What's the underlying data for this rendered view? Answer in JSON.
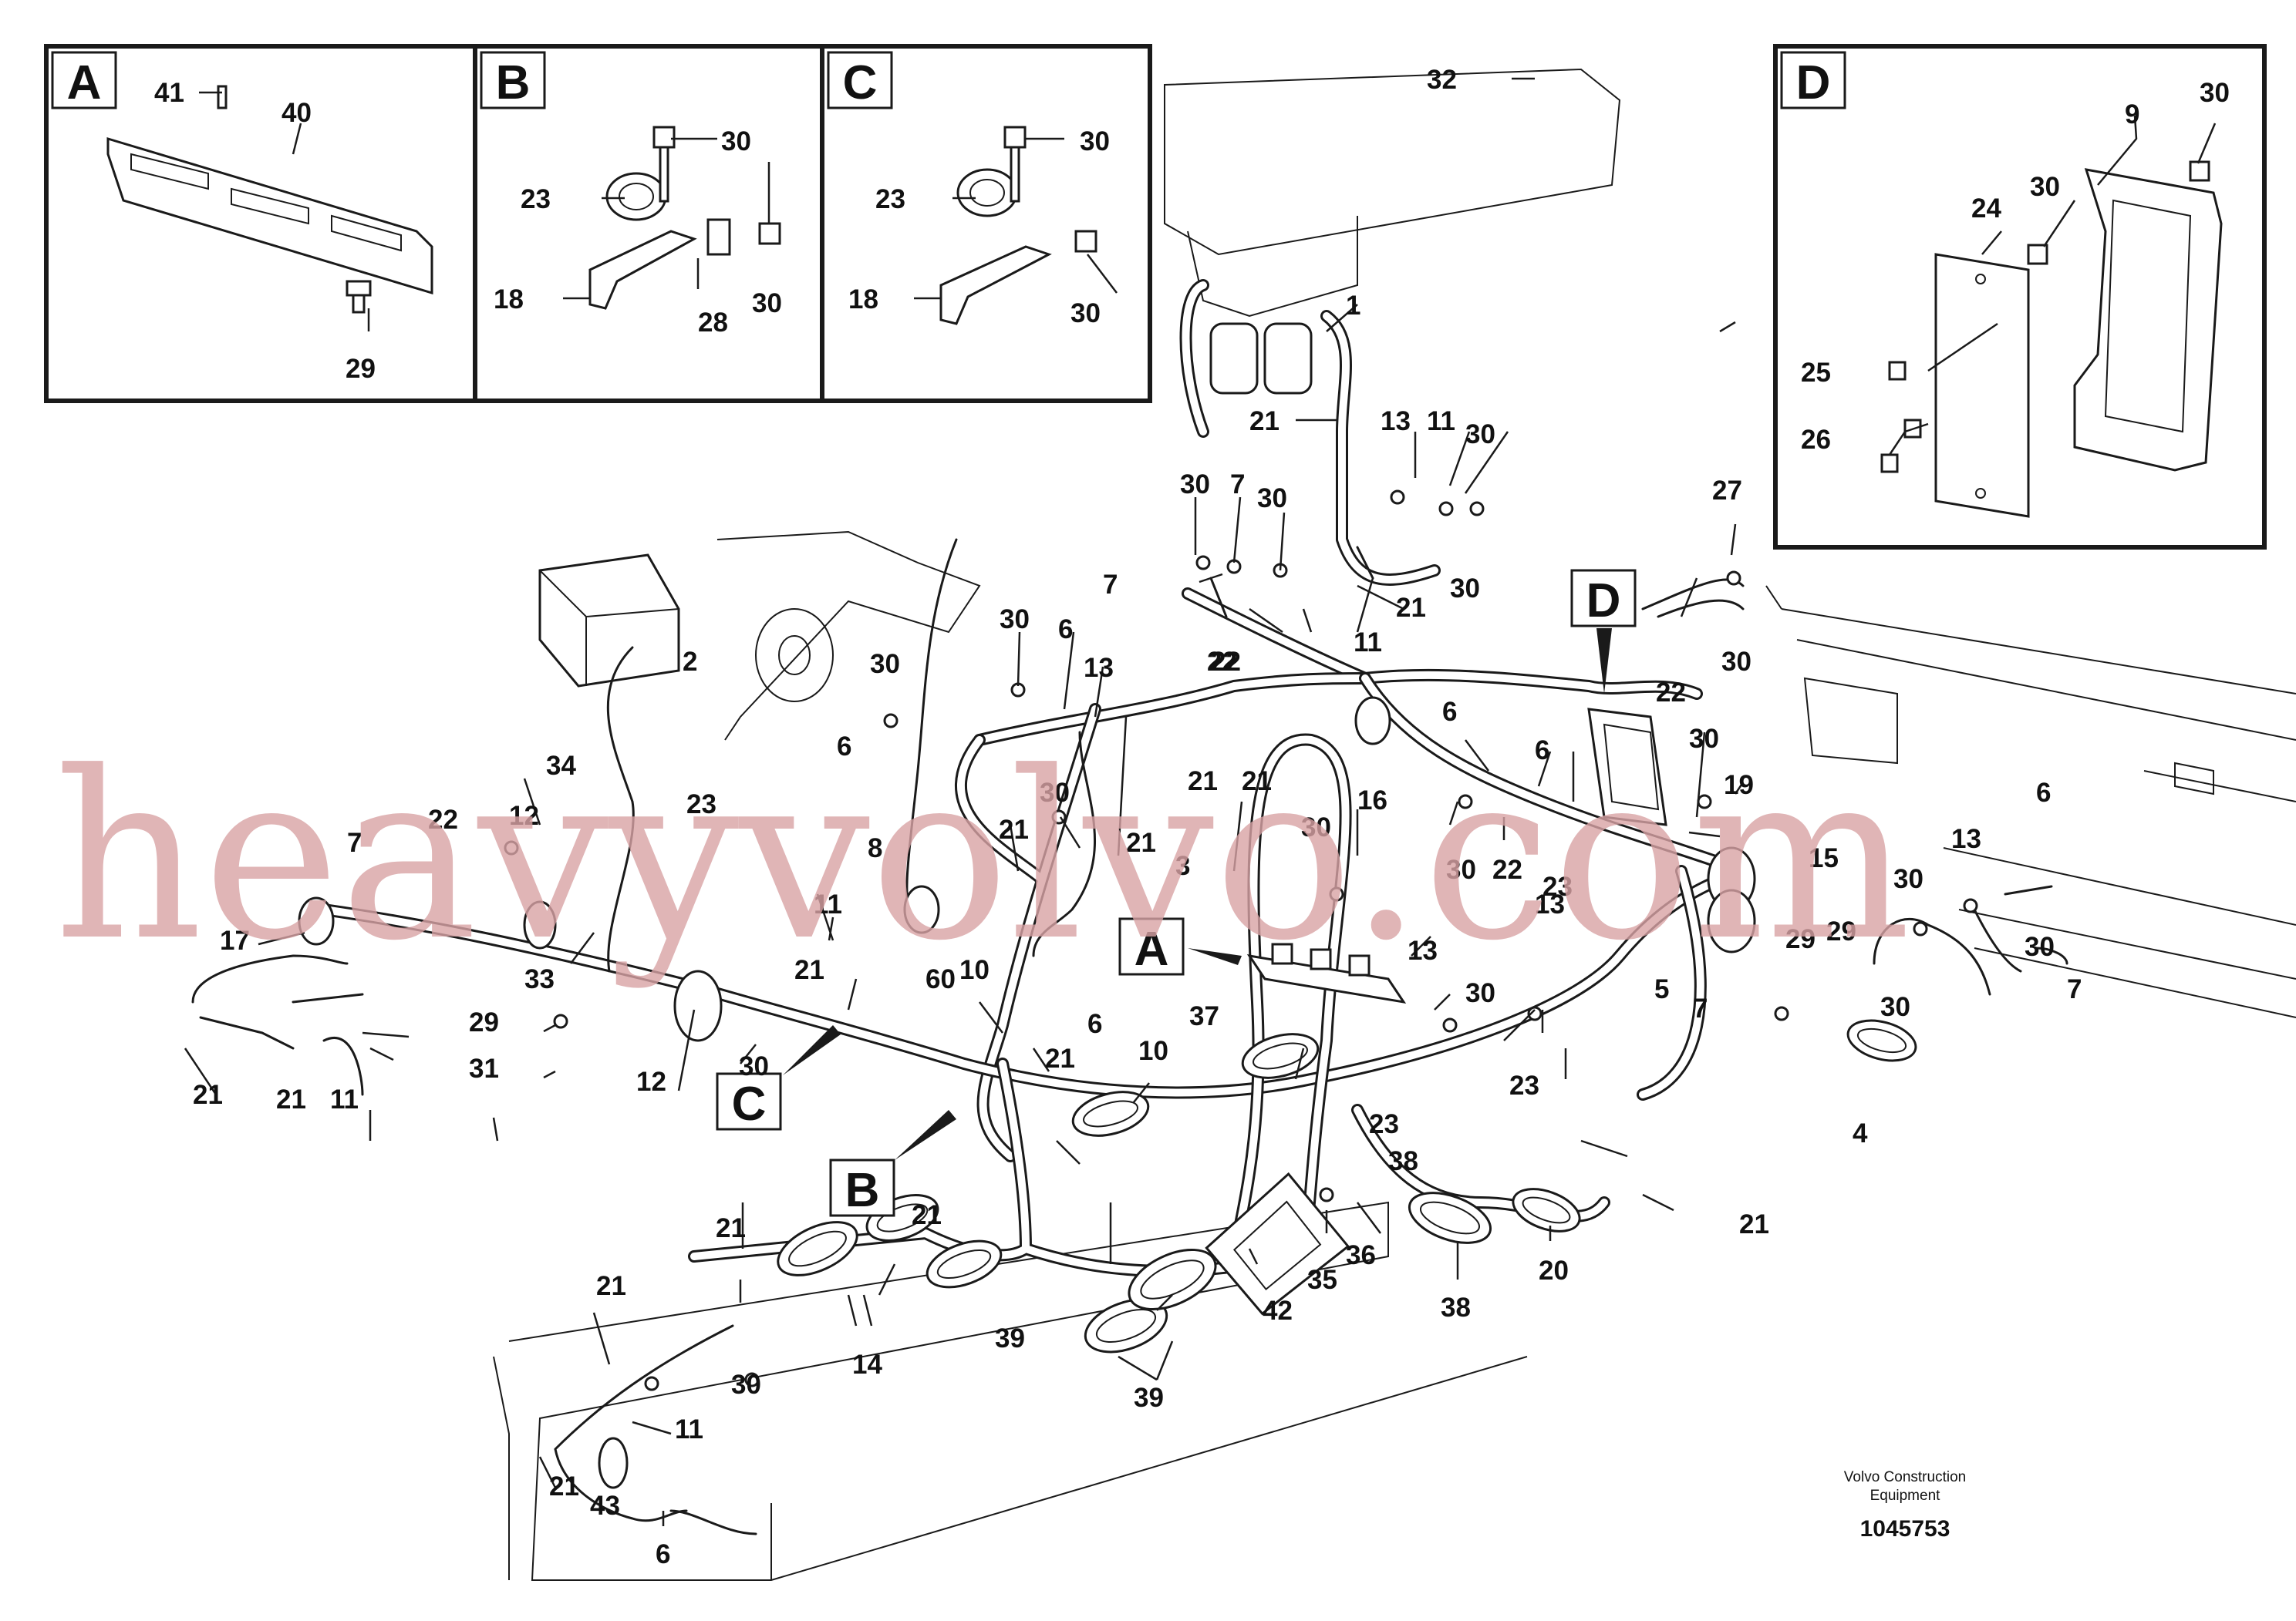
{
  "watermark": "heavyvolvo.com",
  "credit": {
    "line1": "Volvo Construction",
    "line2": "Equipment",
    "doc_number": "1045753"
  },
  "details": [
    {
      "letter": "A",
      "callouts": [
        "41",
        "40",
        "29"
      ]
    },
    {
      "letter": "B",
      "callouts": [
        "30",
        "23",
        "18",
        "28",
        "30"
      ]
    },
    {
      "letter": "C",
      "callouts": [
        "30",
        "23",
        "18",
        "30"
      ]
    },
    {
      "letter": "D",
      "callouts": [
        "9",
        "30",
        "24",
        "30",
        "25",
        "26"
      ]
    }
  ],
  "main_refs": [
    "A",
    "B",
    "C",
    "D"
  ],
  "callouts": [
    "32",
    "1",
    "21",
    "13",
    "11",
    "30",
    "30",
    "7",
    "30",
    "7",
    "22",
    "21",
    "11",
    "30",
    "30",
    "6",
    "13",
    "2",
    "30",
    "6",
    "22",
    "21",
    "21",
    "27",
    "30",
    "22",
    "30",
    "6",
    "6",
    "16",
    "21",
    "30",
    "19",
    "30",
    "22",
    "34",
    "23",
    "22",
    "7",
    "8",
    "21",
    "30",
    "3",
    "15",
    "17",
    "33",
    "21",
    "60",
    "10",
    "11",
    "13",
    "13",
    "6",
    "12",
    "30",
    "37",
    "5",
    "7",
    "23",
    "6",
    "13",
    "30",
    "30",
    "30",
    "29",
    "30",
    "31",
    "12",
    "21",
    "10",
    "23",
    "29",
    "29",
    "7",
    "21",
    "21",
    "11",
    "4",
    "23",
    "38",
    "21",
    "36",
    "35",
    "42",
    "38",
    "20",
    "21",
    "21",
    "14",
    "39",
    "21",
    "30",
    "39",
    "11",
    "21",
    "43",
    "6"
  ]
}
